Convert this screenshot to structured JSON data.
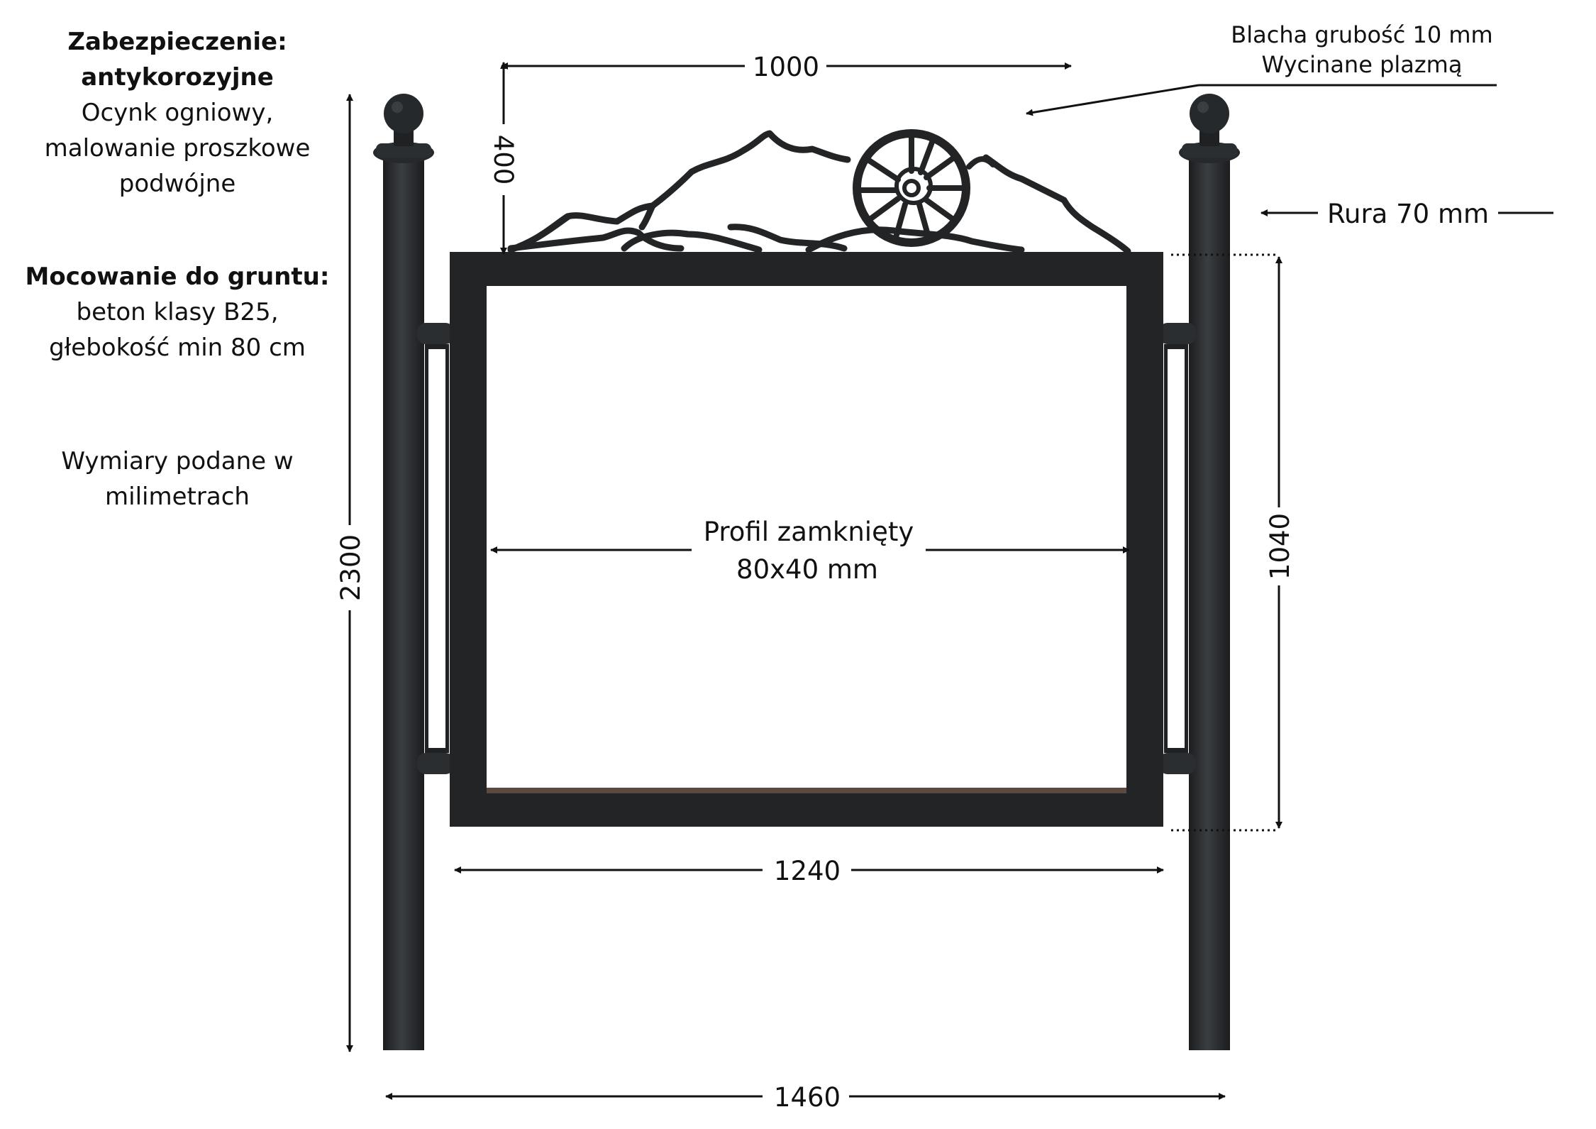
{
  "notes": {
    "corrosion": {
      "title": "Zabezpieczenie: antykorozyjne",
      "lines": [
        "Ocynk ogniowy,",
        "malowanie proszkowe",
        "podwójne"
      ]
    },
    "mounting": {
      "title": "Mocowanie do gruntu:",
      "lines": [
        "beton klasy B25,",
        "głebokość min 80 cm"
      ]
    },
    "units": [
      "Wymiary podane w",
      "milimetrach"
    ],
    "plate": [
      "Blacha grubość 10 mm",
      "Wycinane plazmą"
    ]
  },
  "labels": {
    "pipe": "Rura 70 mm",
    "profile_line1": "Profil zamknięty",
    "profile_line2": "80x40 mm"
  },
  "dimensions": {
    "top_width": "1000",
    "top_height": "400",
    "total_height": "2300",
    "panel_height": "1040",
    "panel_width": "1240",
    "total_width": "1460"
  },
  "colors": {
    "metal": "#222426",
    "metal_highlight": "#3a3d40",
    "line": "#111111"
  },
  "icons": {
    "arrow": "double-headed-arrow",
    "ornament": "mountains-and-ammonite-ornament"
  }
}
